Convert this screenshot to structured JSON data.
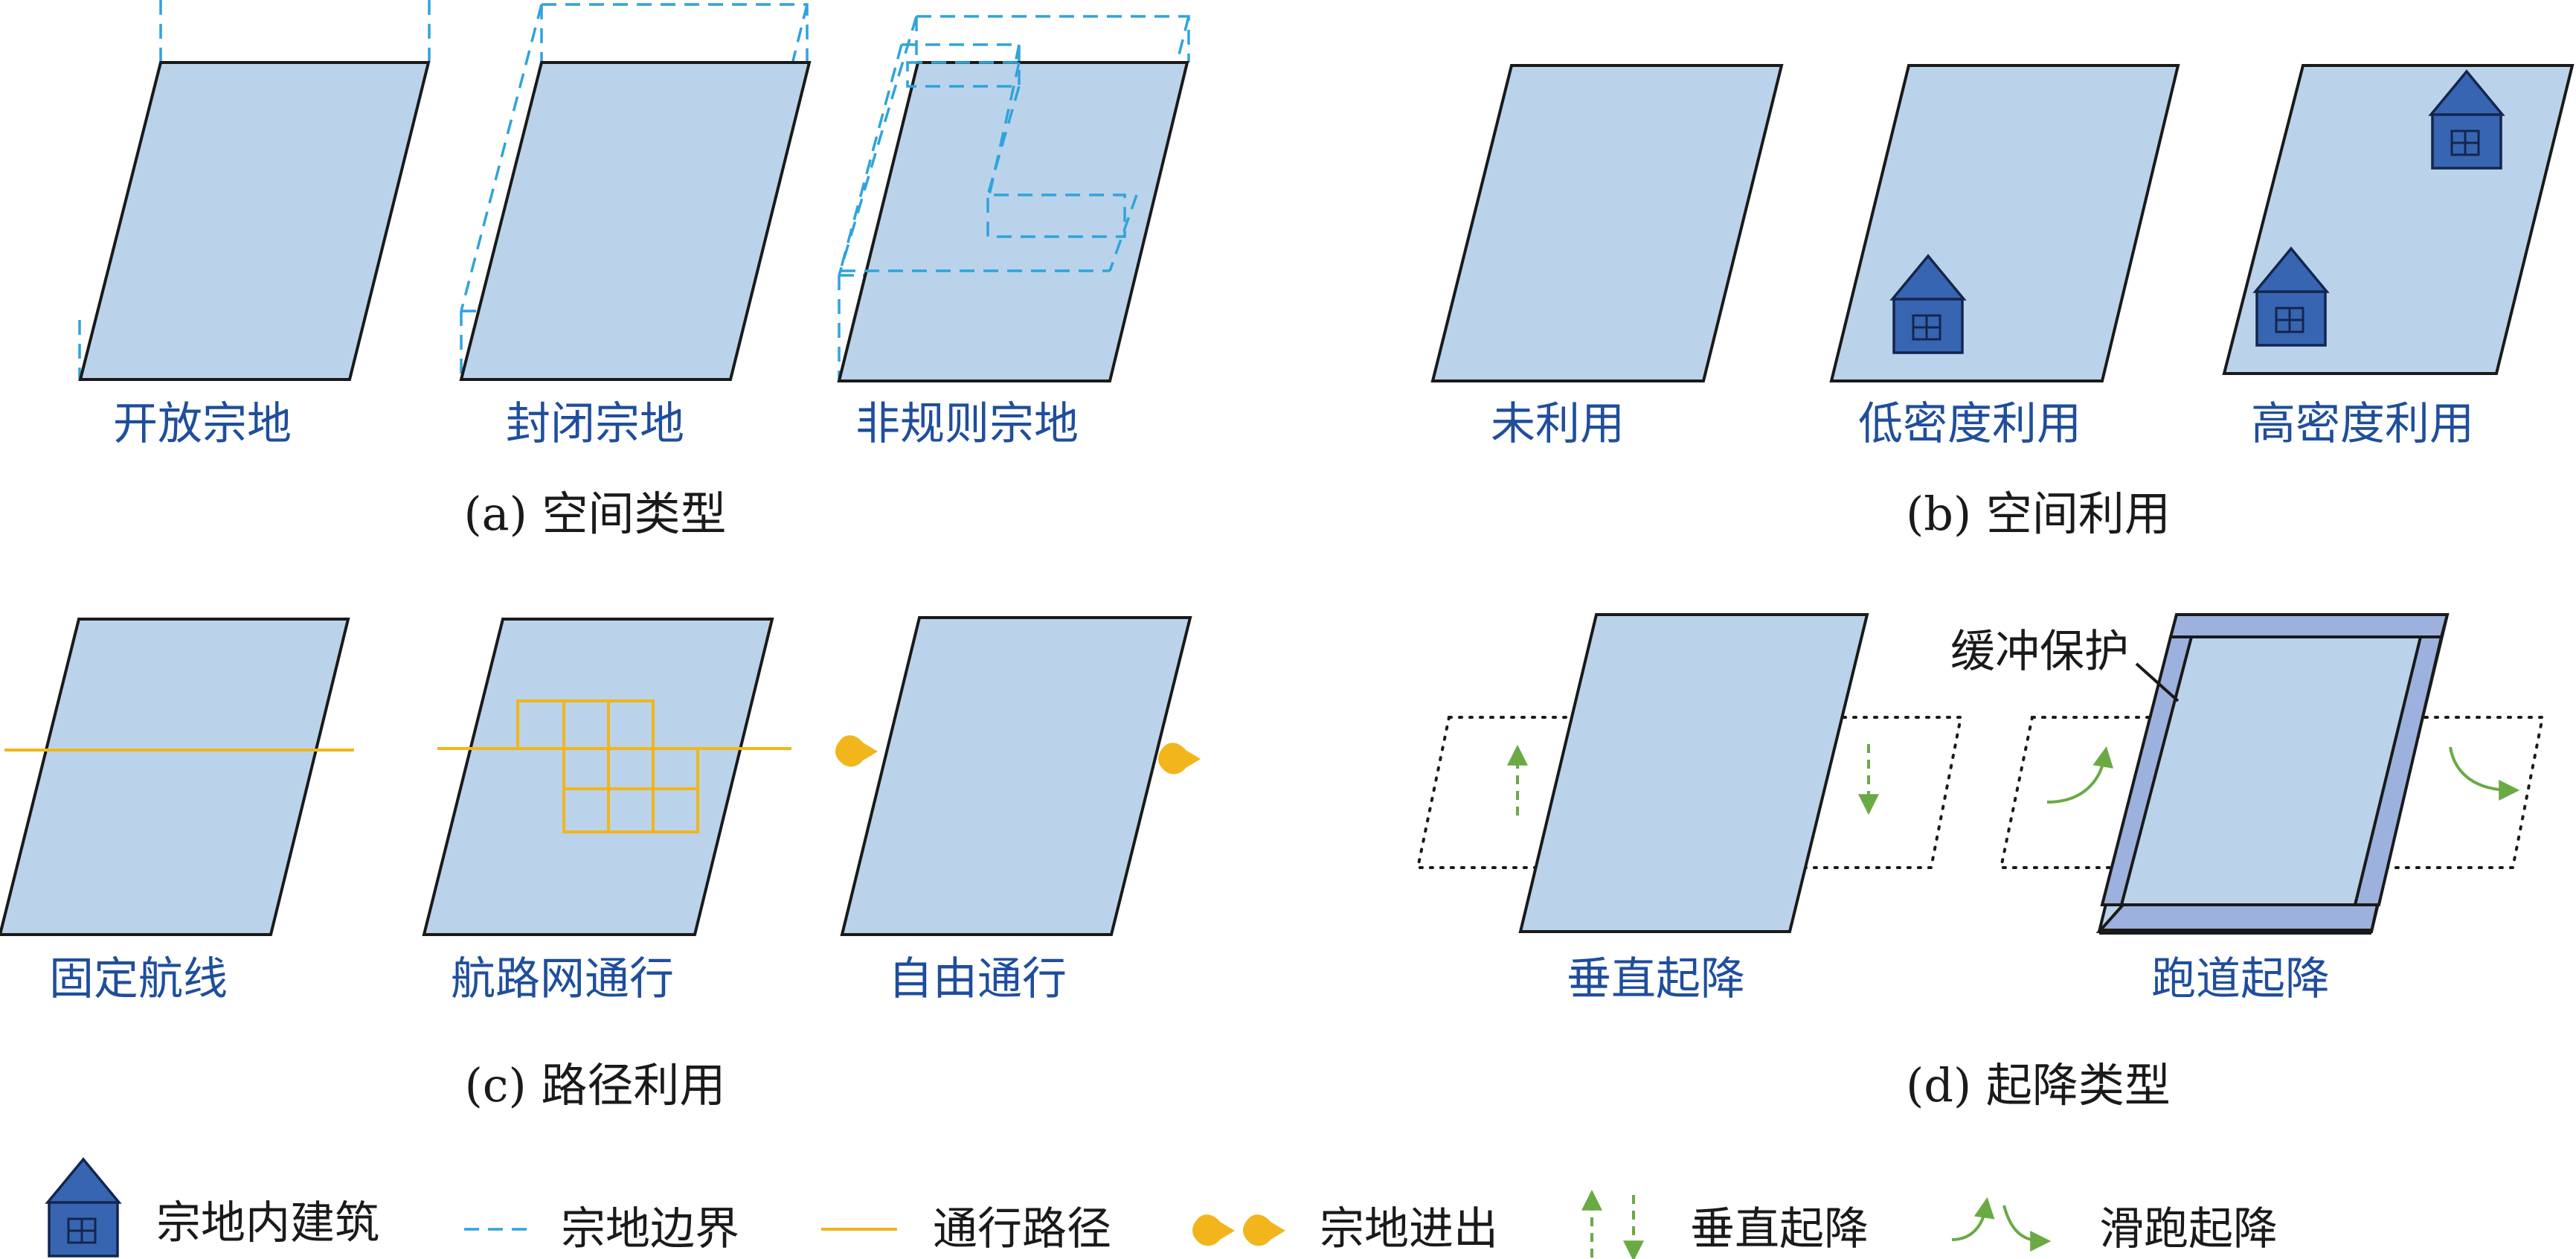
{
  "panels": {
    "a": {
      "caption": "(a) 空间类型",
      "items": [
        "开放宗地",
        "封闭宗地",
        "非规则宗地"
      ]
    },
    "b": {
      "caption": "(b) 空间利用",
      "items": [
        "未利用",
        "低密度利用",
        "高密度利用"
      ]
    },
    "c": {
      "caption": "(c) 路径利用",
      "items": [
        "固定航线",
        "航路网通行",
        "自由通行"
      ]
    },
    "d": {
      "caption": "(d) 起降类型",
      "items": [
        "垂直起降",
        "跑道起降"
      ],
      "buffer_label": "缓冲保护"
    }
  },
  "legend": {
    "building": "宗地内建筑",
    "boundary": "宗地边界",
    "path": "通行路径",
    "access": "宗地进出",
    "vertical": "垂直起降",
    "runway": "滑跑起降"
  },
  "colors": {
    "plot_fill": "#bad3ea",
    "label_blue": "#1f4e9c",
    "boundary_blue": "#2fa3dc",
    "path_yellow": "#f2b51c",
    "house_blue": "#3865b1",
    "arrow_green": "#6aaa45"
  },
  "icons": [
    "house-icon",
    "access-marker-icon",
    "vertical-arrow-icon",
    "curved-arrow-icon"
  ]
}
